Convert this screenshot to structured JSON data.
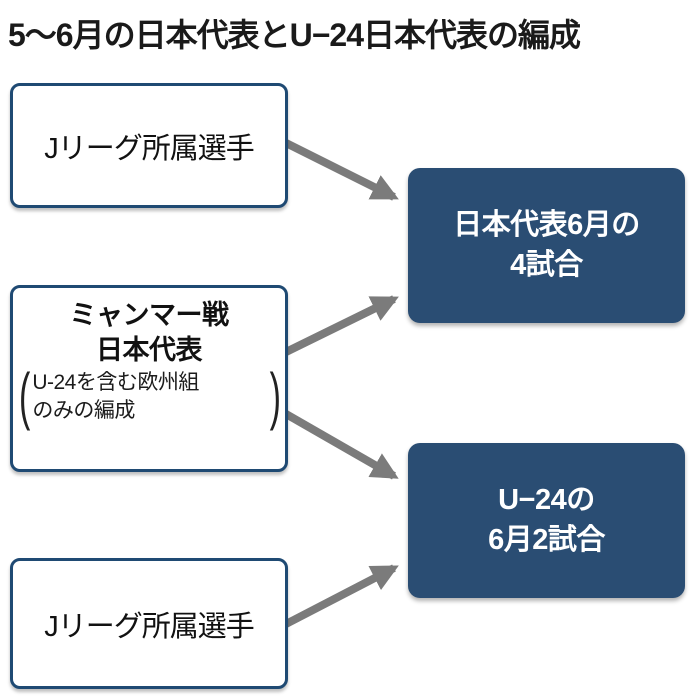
{
  "title": "5〜6月の日本代表とU−24日本代表の編成",
  "colors": {
    "background": "#ffffff",
    "dark_box_fill": "#2a4d73",
    "light_box_border": "#1f4a73",
    "arrow": "#7b7b7b",
    "title_text": "#1a1a1a"
  },
  "left_column": {
    "jleague_top": {
      "label": "Jリーグ所属選手"
    },
    "myanmar": {
      "line1": "ミャンマー戦",
      "line2": "日本代表",
      "paren_open": "(",
      "paren_close": ")",
      "note_line1": "U-24を含む欧州組",
      "note_line2": "のみの編成"
    },
    "jleague_bottom": {
      "label": "Jリーグ所属選手"
    }
  },
  "right_column": {
    "japan_june": {
      "line1": "日本代表6月の",
      "line2": "4試合"
    },
    "u24_june": {
      "line1": "U−24の",
      "line2": "6月2試合"
    }
  }
}
